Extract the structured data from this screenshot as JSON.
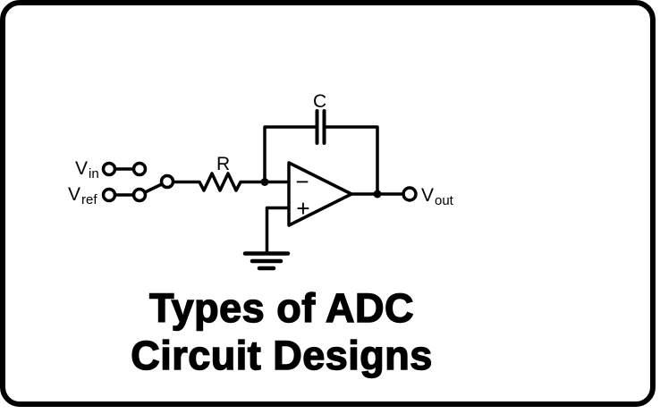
{
  "colors": {
    "ink": "#000000",
    "background": "#ffffff"
  },
  "circuit": {
    "labels": {
      "vin": {
        "base": "V",
        "sub": "in"
      },
      "vref": {
        "base": "V",
        "sub": "ref"
      },
      "resistor": "R",
      "capacitor": "C",
      "vout": {
        "base": "V",
        "sub": "out"
      },
      "opamp": {
        "inverting": "−",
        "noninverting": "+"
      }
    }
  },
  "title": {
    "line1": "Types of ADC",
    "line2": "Circuit Designs"
  }
}
